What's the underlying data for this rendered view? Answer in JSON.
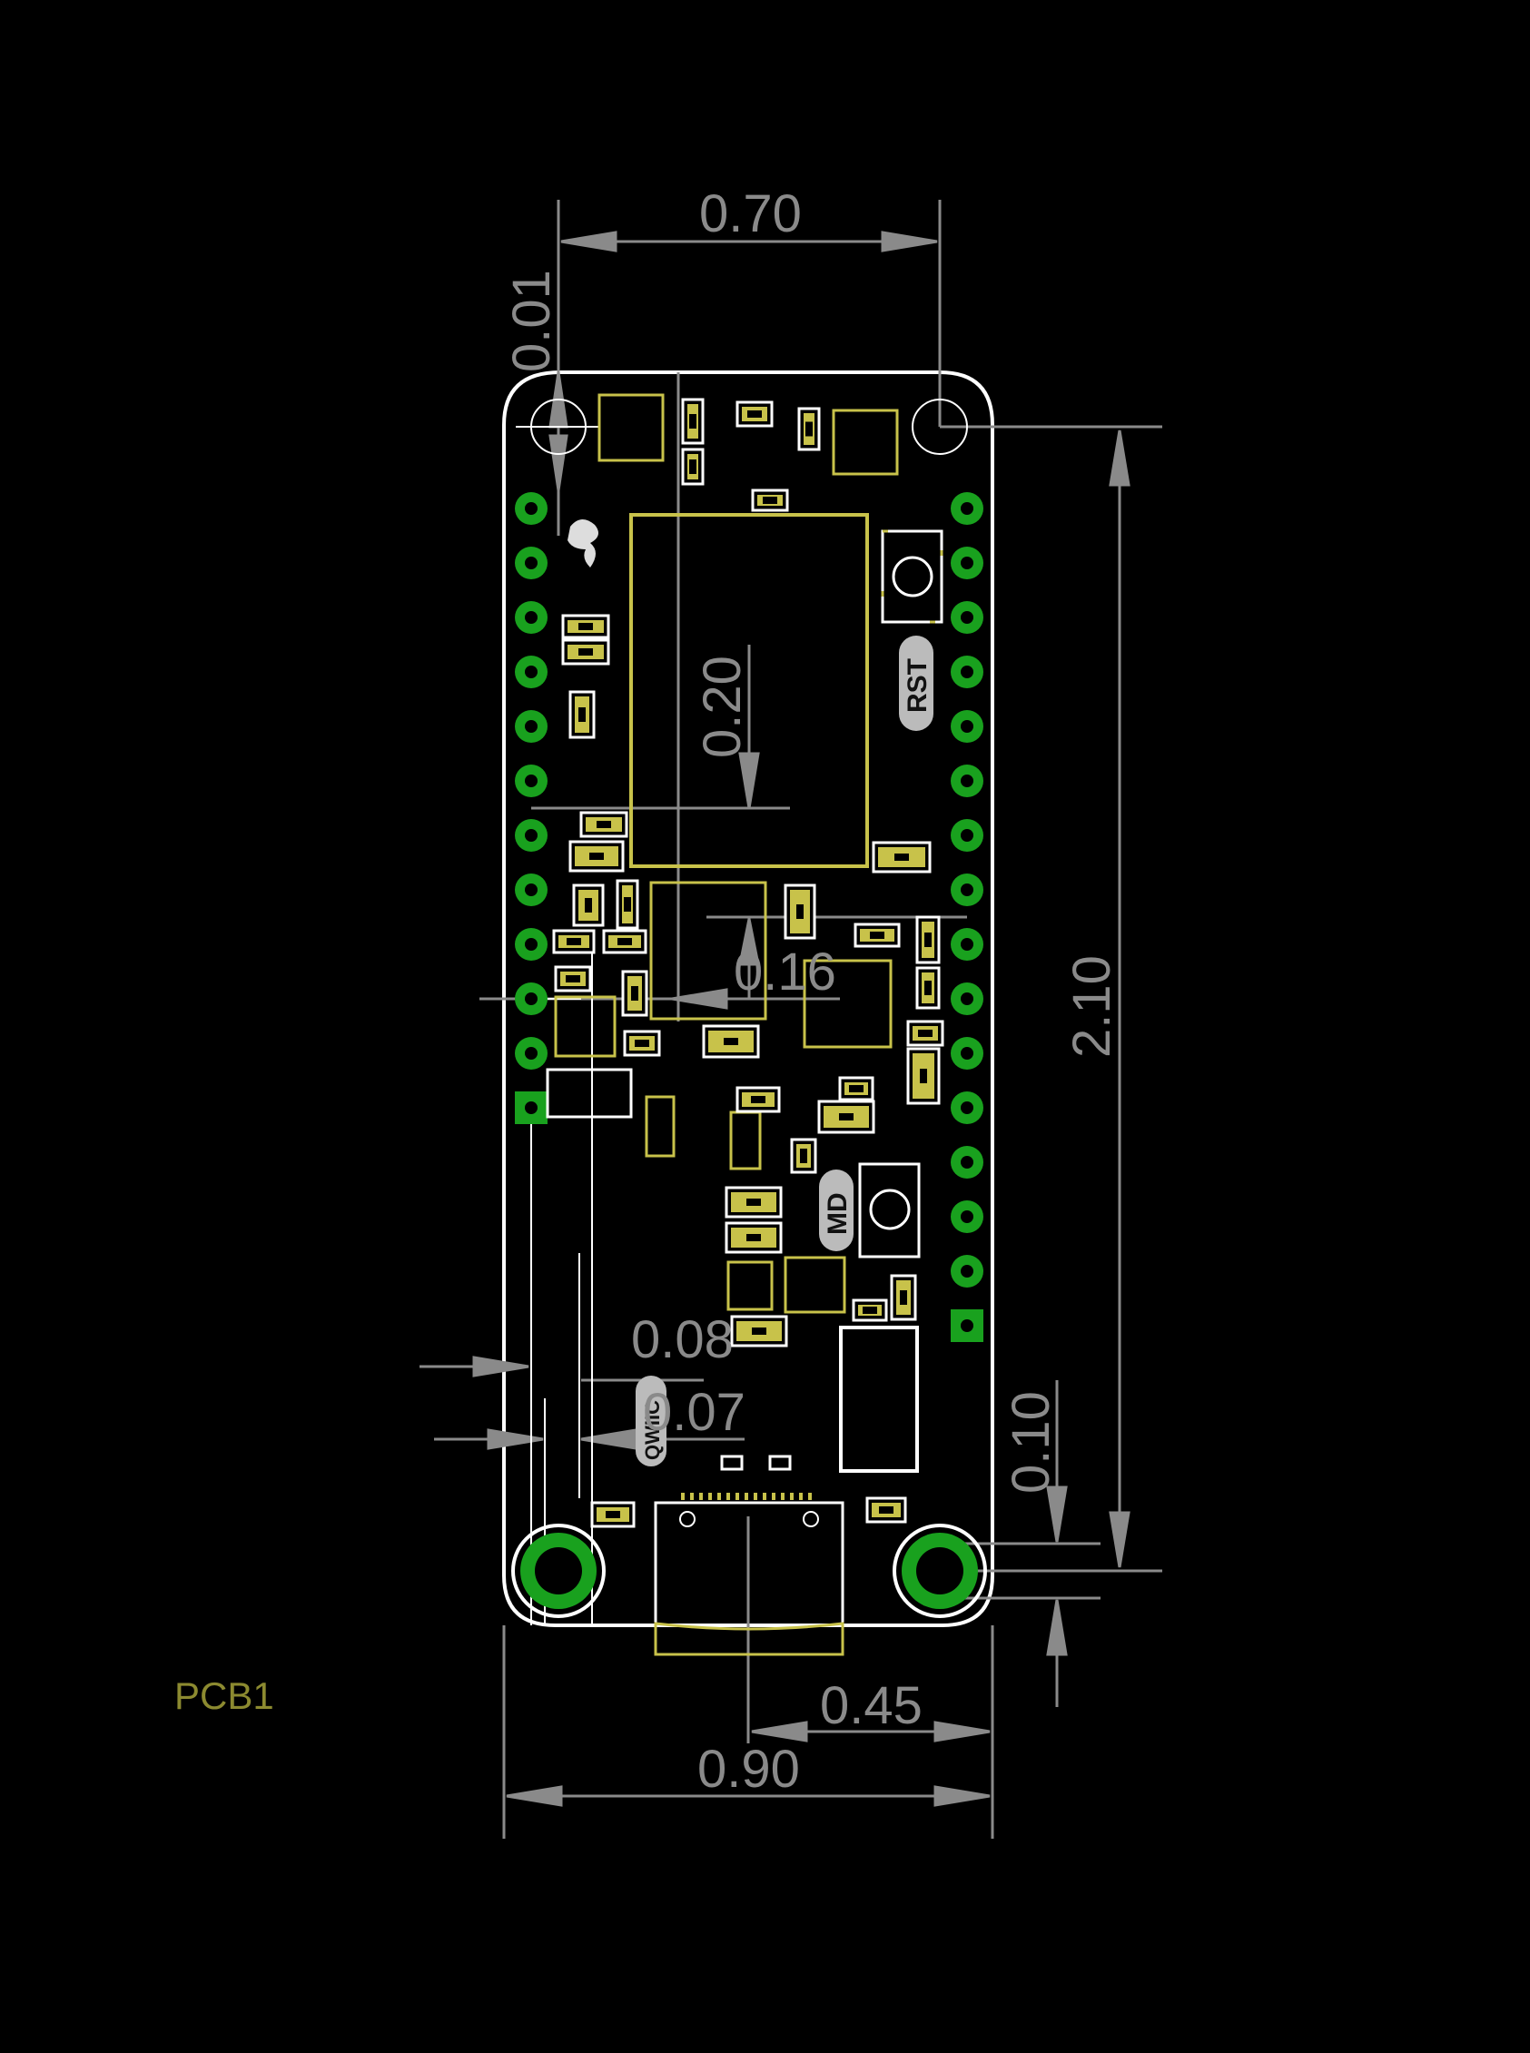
{
  "dimensions": {
    "top_width": "0.70",
    "top_offset": "0.01",
    "height": "2.10",
    "inner_height": "0.20",
    "inner_width": "0.16",
    "edge_offset_a": "0.08",
    "edge_offset_b": "0.07",
    "bottom_offset": "0.10",
    "half_width": "0.45",
    "overall_width": "0.90"
  },
  "labels": {
    "reference_designator": "PCB1",
    "reset_button_label": "RST",
    "mode_button_label": "MD",
    "connector_label": "QWIIC"
  },
  "colors": {
    "background": "#000000",
    "outline": "#ffffff",
    "dimension": "#8a8a8a",
    "silk": "#c8c24a",
    "pad_ring": "#19a11e",
    "reference": "#8c8a30"
  }
}
